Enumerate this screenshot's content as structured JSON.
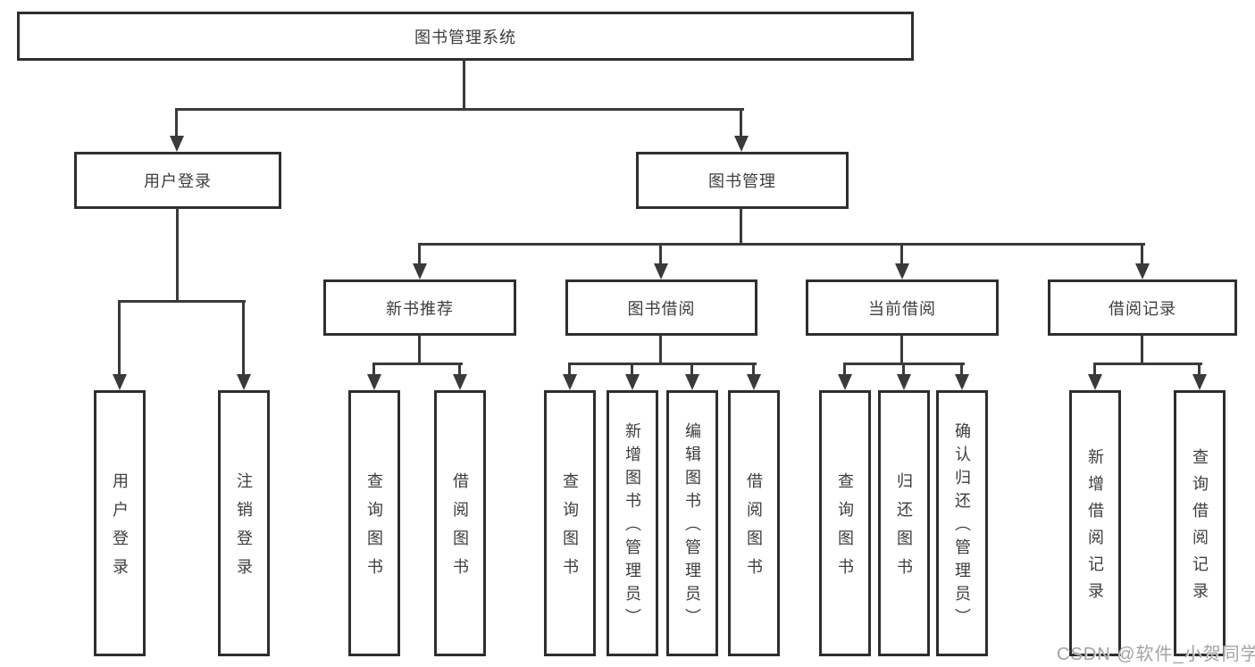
{
  "diagram_title": "图书管理系统",
  "nodes": {
    "root": {
      "label": "图书管理系统"
    },
    "l2": [
      {
        "label": "用户登录",
        "parent": "图书管理系统"
      },
      {
        "label": "图书管理",
        "parent": "图书管理系统"
      }
    ],
    "l3": [
      {
        "label": "新书推荐",
        "parent": "图书管理"
      },
      {
        "label": "图书借阅",
        "parent": "图书管理"
      },
      {
        "label": "当前借阅",
        "parent": "图书管理"
      },
      {
        "label": "借阅记录",
        "parent": "图书管理"
      }
    ],
    "leaves": [
      {
        "label": "用户登录",
        "parent": "用户登录"
      },
      {
        "label": "注销登录",
        "parent": "用户登录"
      },
      {
        "label": "查询图书",
        "parent": "新书推荐"
      },
      {
        "label": "借阅图书",
        "parent": "新书推荐"
      },
      {
        "label": "查询图书",
        "parent": "图书借阅"
      },
      {
        "label": "新增图书（管理员）",
        "parent": "图书借阅"
      },
      {
        "label": "编辑图书（管理员）",
        "parent": "图书借阅"
      },
      {
        "label": "借阅图书",
        "parent": "图书借阅"
      },
      {
        "label": "查询图书",
        "parent": "当前借阅"
      },
      {
        "label": "归还图书",
        "parent": "当前借阅"
      },
      {
        "label": "确认归还（管理员）",
        "parent": "当前借阅"
      },
      {
        "label": "新增借阅记录",
        "parent": "借阅记录"
      },
      {
        "label": "查询借阅记录",
        "parent": "借阅记录"
      }
    ]
  },
  "watermark": {
    "text": "CSDN @软件_小贺同学"
  },
  "colors": {
    "line": "#3a3a3a",
    "border": "#2e2e2e",
    "text": "#3d3d3d",
    "watermark": "#a3a3a3",
    "background": "#ffffff"
  }
}
